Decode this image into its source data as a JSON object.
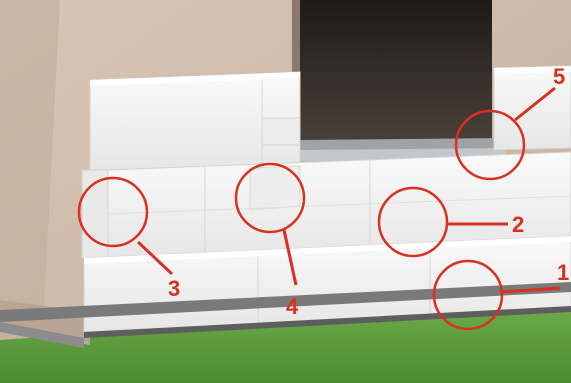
{
  "diagram": {
    "callouts": [
      {
        "id": "1",
        "label": "1"
      },
      {
        "id": "2",
        "label": "2"
      },
      {
        "id": "3",
        "label": "3"
      },
      {
        "id": "4",
        "label": "4"
      },
      {
        "id": "5",
        "label": "5"
      }
    ]
  },
  "colors": {
    "callout": "#d9301f",
    "wall": "#cdb9a8",
    "insulation_board": "#f3f3f3",
    "window_opening": "#2b2521",
    "window_sill": "#a9adb0",
    "grass": "#5c9a3e",
    "base_profile": "#6d6d6d"
  }
}
